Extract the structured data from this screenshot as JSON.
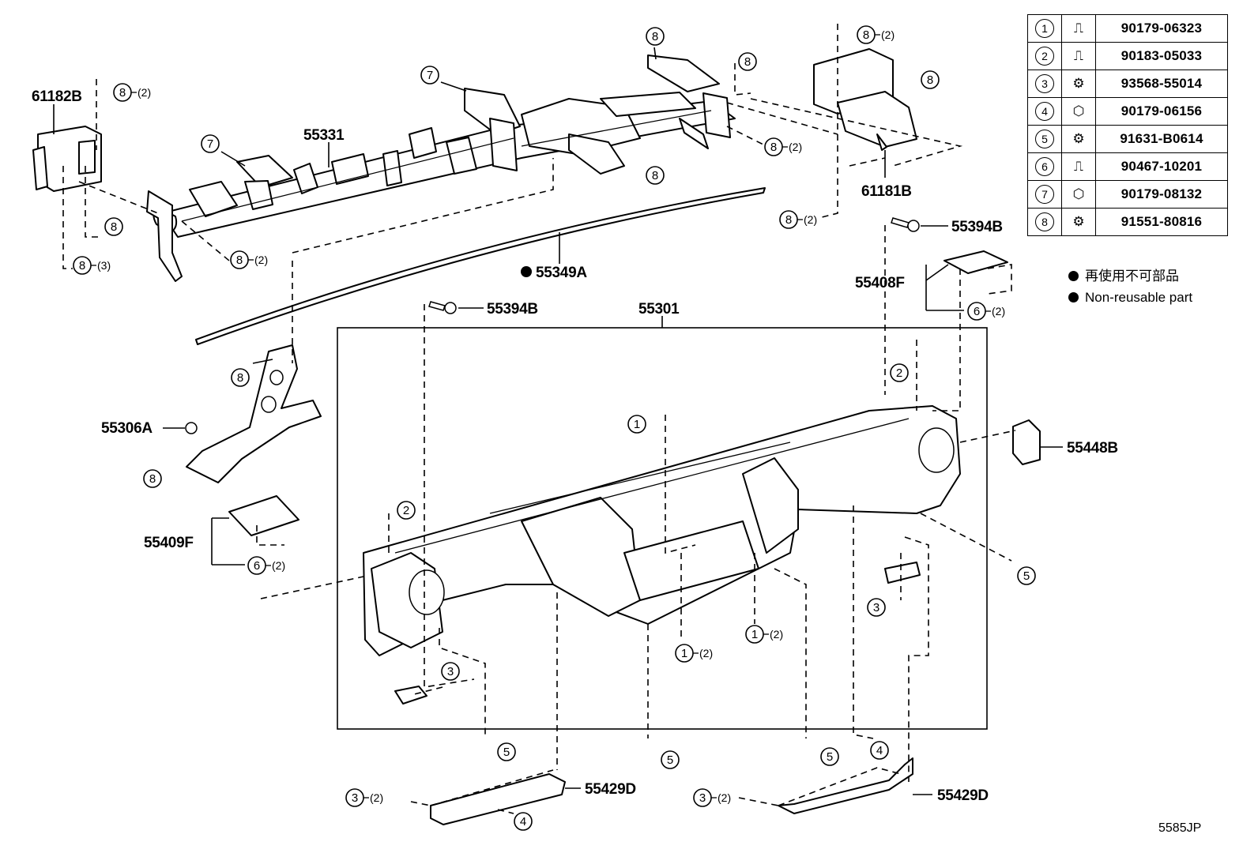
{
  "legend": [
    {
      "key": "1",
      "icon": "clip-icon",
      "part": "90179-06323"
    },
    {
      "key": "2",
      "icon": "clip-icon",
      "part": "90183-05033"
    },
    {
      "key": "3",
      "icon": "bolt-icon",
      "part": "93568-55014"
    },
    {
      "key": "4",
      "icon": "nut-icon",
      "part": "90179-06156"
    },
    {
      "key": "5",
      "icon": "bolt-icon",
      "part": "91631-B0614"
    },
    {
      "key": "6",
      "icon": "clip-icon",
      "part": "90467-10201"
    },
    {
      "key": "7",
      "icon": "nut-icon",
      "part": "90179-08132"
    },
    {
      "key": "8",
      "icon": "bolt-icon",
      "part": "91551-80816"
    }
  ],
  "notes": {
    "ja": "再使用不可部品",
    "en": "Non-reusable part"
  },
  "labels": {
    "p61182B": "61182B",
    "p55331": "55331",
    "p61181B": "61181B",
    "p55349A": "55349A",
    "p55394B_r": "55394B",
    "p55394B_c": "55394B",
    "p55408F": "55408F",
    "p55301": "55301",
    "p55306A": "55306A",
    "p55448B": "55448B",
    "p55409F": "55409F",
    "p55429D_l": "55429D",
    "p55429D_r": "55429D"
  },
  "callouts": [
    {
      "n": "8",
      "q": "(2)"
    },
    {
      "n": "8",
      "q": ""
    },
    {
      "n": "8",
      "q": "(3)"
    },
    {
      "n": "8",
      "q": "(2)"
    },
    {
      "n": "7",
      "q": ""
    },
    {
      "n": "7",
      "q": ""
    },
    {
      "n": "8",
      "q": ""
    },
    {
      "n": "8",
      "q": ""
    },
    {
      "n": "8",
      "q": "(2)"
    },
    {
      "n": "8",
      "q": ""
    },
    {
      "n": "8",
      "q": "(2)"
    },
    {
      "n": "8",
      "q": ""
    },
    {
      "n": "8",
      "q": "(2)"
    },
    {
      "n": "6",
      "q": "(2)"
    },
    {
      "n": "2",
      "q": ""
    },
    {
      "n": "8",
      "q": ""
    },
    {
      "n": "8",
      "q": ""
    },
    {
      "n": "1",
      "q": ""
    },
    {
      "n": "2",
      "q": ""
    },
    {
      "n": "6",
      "q": "(2)"
    },
    {
      "n": "5",
      "q": ""
    },
    {
      "n": "3",
      "q": ""
    },
    {
      "n": "1",
      "q": "(2)"
    },
    {
      "n": "1",
      "q": "(2)"
    },
    {
      "n": "3",
      "q": ""
    },
    {
      "n": "5",
      "q": ""
    },
    {
      "n": "5",
      "q": ""
    },
    {
      "n": "5",
      "q": ""
    },
    {
      "n": "4",
      "q": ""
    },
    {
      "n": "3",
      "q": "(2)"
    },
    {
      "n": "4",
      "q": ""
    },
    {
      "n": "3",
      "q": "(2)"
    }
  ],
  "diagram_code": "5585JP"
}
